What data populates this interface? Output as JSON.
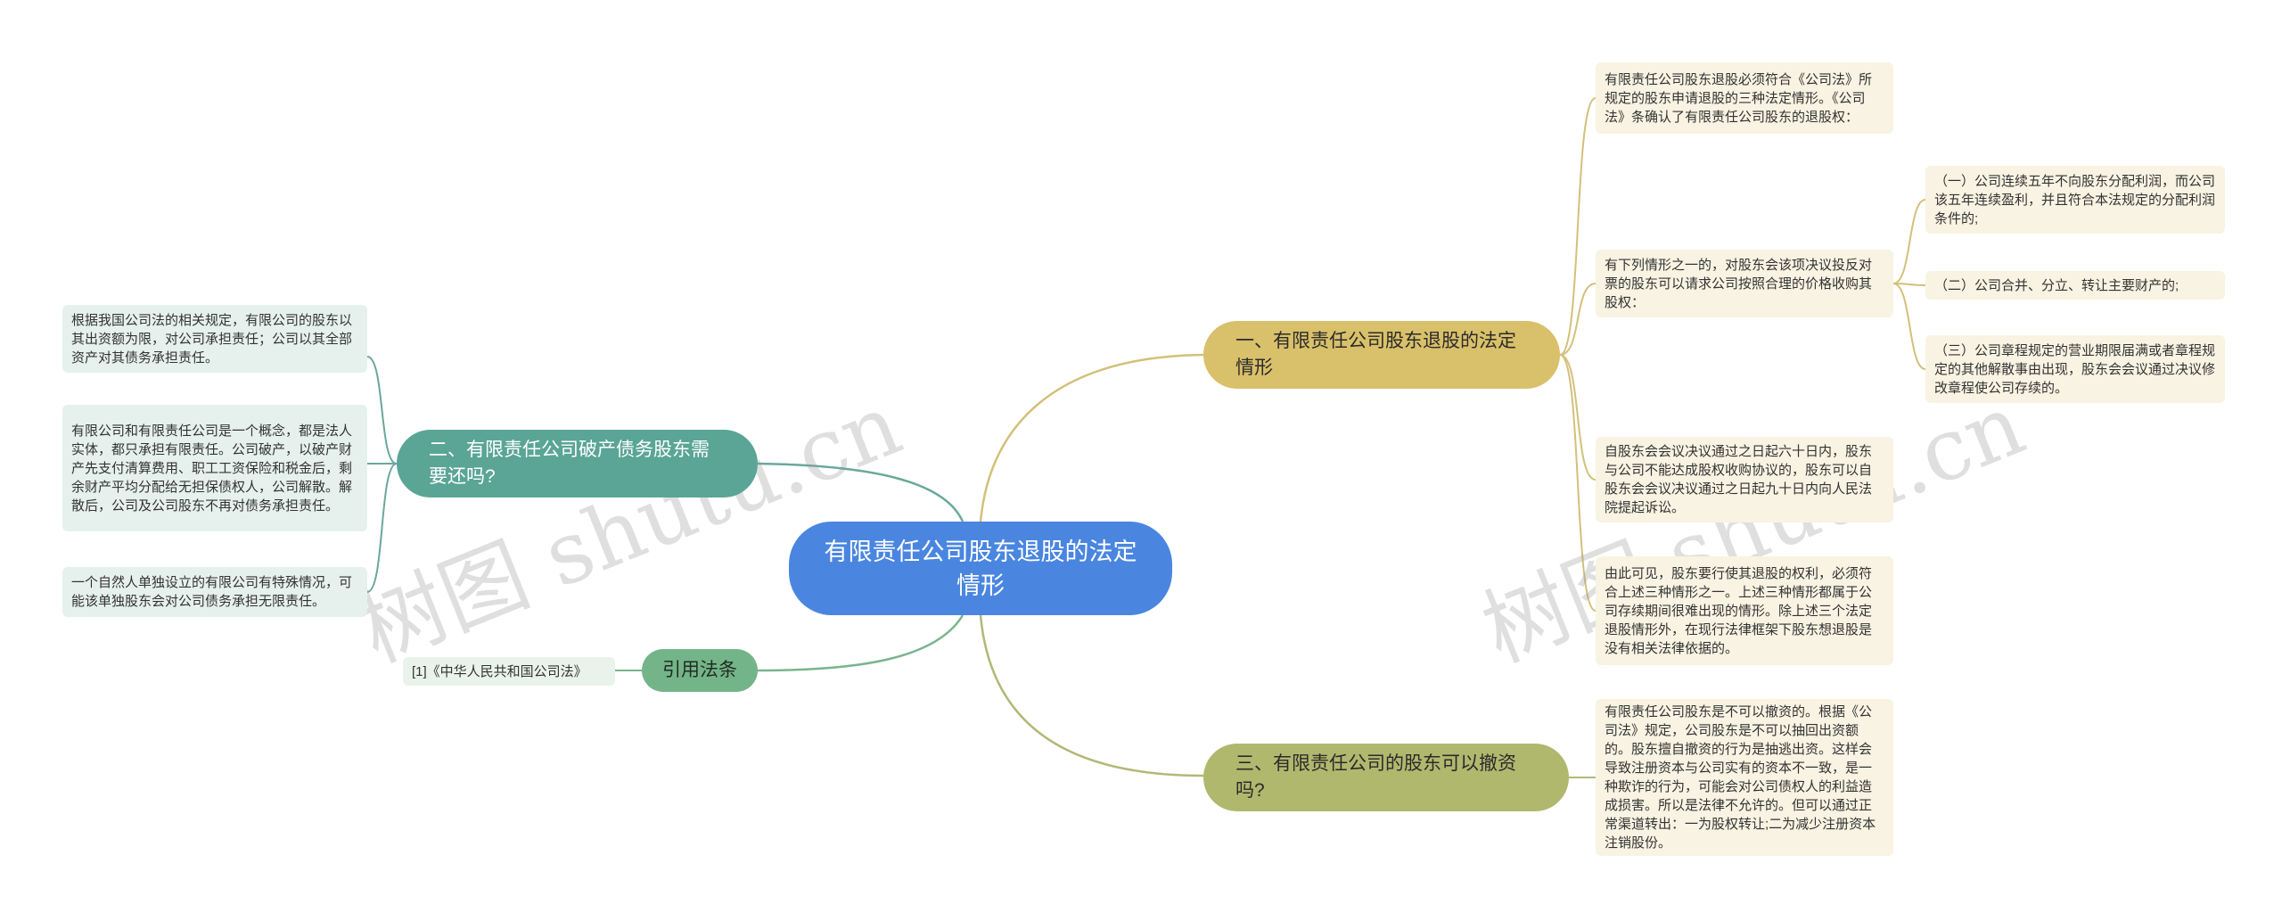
{
  "root": {
    "title": "有限责任公司股东退股的法定情形"
  },
  "branches": {
    "b1": {
      "label": "一、有限责任公司股东退股的法定情形",
      "leaves": {
        "intro": "有限责任公司股东退股必须符合《公司法》所规定的股东申请退股的三种法定情形。《公司法》条确认了有限责任公司股东的退股权：",
        "cond": "有下列情形之一的，对股东会该项决议投反对票的股东可以请求公司按照合理的价格收购其股权：",
        "c1": "（一）公司连续五年不向股东分配利润，而公司该五年连续盈利，并且符合本法规定的分配利润条件的;",
        "c2": "（二）公司合并、分立、转让主要财产的;",
        "c3": "（三）公司章程规定的营业期限届满或者章程规定的其他解散事由出现，股东会会议通过决议修改章程使公司存续的。",
        "deadline": "自股东会会议决议通过之日起六十日内，股东与公司不能达成股权收购协议的，股东可以自股东会会议决议通过之日起九十日内向人民法院提起诉讼。",
        "conclusion": "由此可见，股东要行使其退股的权利，必须符合上述三种情形之一。上述三种情形都属于公司存续期间很难出现的情形。除上述三个法定退股情形外，在现行法律框架下股东想退股是没有相关法律依据的。"
      }
    },
    "b2": {
      "label": "二、有限责任公司破产债务股东需要还吗?",
      "leaves": {
        "l1": "根据我国公司法的相关规定，有限公司的股东以其出资额为限，对公司承担责任；公司以其全部资产对其债务承担责任。",
        "l2": "有限公司和有限责任公司是一个概念，都是法人实体，都只承担有限责任。公司破产，以破产财产先支付清算费用、职工工资保险和税金后，剩余财产平均分配给无担保债权人，公司解散。解散后，公司及公司股东不再对债务承担责任。",
        "l3": "一个自然人单独设立的有限公司有特殊情况，可能该单独股东会对公司债务承担无限责任。"
      }
    },
    "b3": {
      "label": "三、有限责任公司的股东可以撤资吗?",
      "leaves": {
        "l1": "有限责任公司股东是不可以撤资的。根据《公司法》规定，公司股东是不可以抽回出资额的。股东擅自撤资的行为是抽逃出资。这样会导致注册资本与公司实有的资本不一致，是一种欺诈的行为，可能会对公司债权人的利益造成损害。所以是法律不允许的。但可以通过正常渠道转出：一为股权转让;二为减少注册资本注销股份。"
      }
    },
    "b4": {
      "label": "引用法条",
      "leaves": {
        "l1": "[1]《中华人民共和国公司法》"
      }
    }
  },
  "watermark": "树图 shutu.cn",
  "colors": {
    "root": "#4a86e0",
    "b1": "#d9c06a",
    "b2": "#5aa596",
    "b3": "#b0b86e",
    "b4": "#74b489",
    "link_b1": "#d3c07a",
    "link_b2": "#6aa89a",
    "link_b3": "#b2b877",
    "link_b4": "#7ab48e"
  }
}
